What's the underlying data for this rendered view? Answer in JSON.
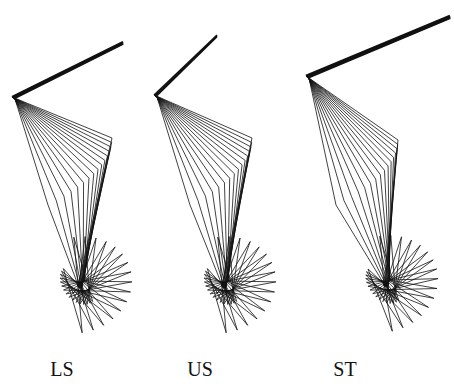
{
  "diagram": {
    "labels": [
      "LS",
      "US",
      "ST"
    ]
  }
}
